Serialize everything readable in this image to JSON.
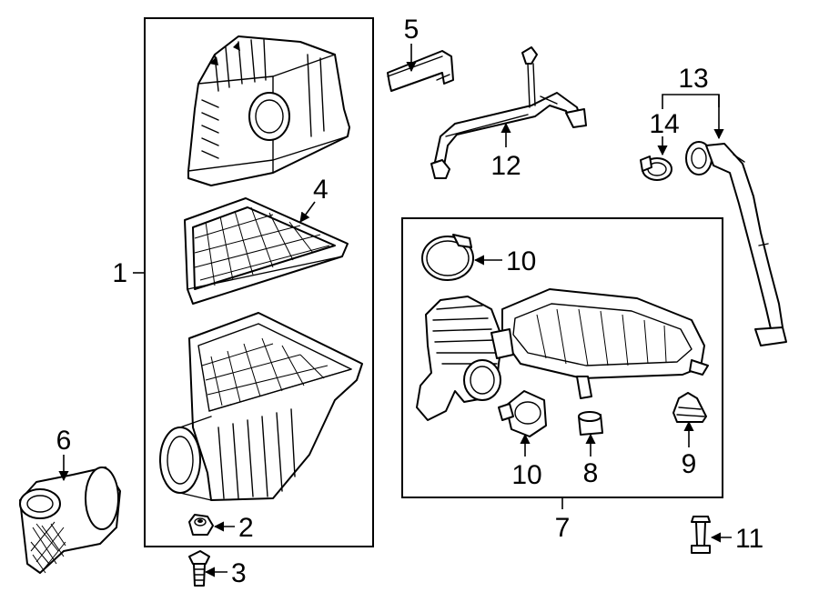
{
  "callouts": {
    "c1": "1",
    "c2": "2",
    "c3": "3",
    "c4": "4",
    "c5": "5",
    "c6": "6",
    "c7": "7",
    "c8": "8",
    "c9": "9",
    "c10a": "10",
    "c10b": "10",
    "c11": "11",
    "c12": "12",
    "c13": "13",
    "c14": "14"
  }
}
